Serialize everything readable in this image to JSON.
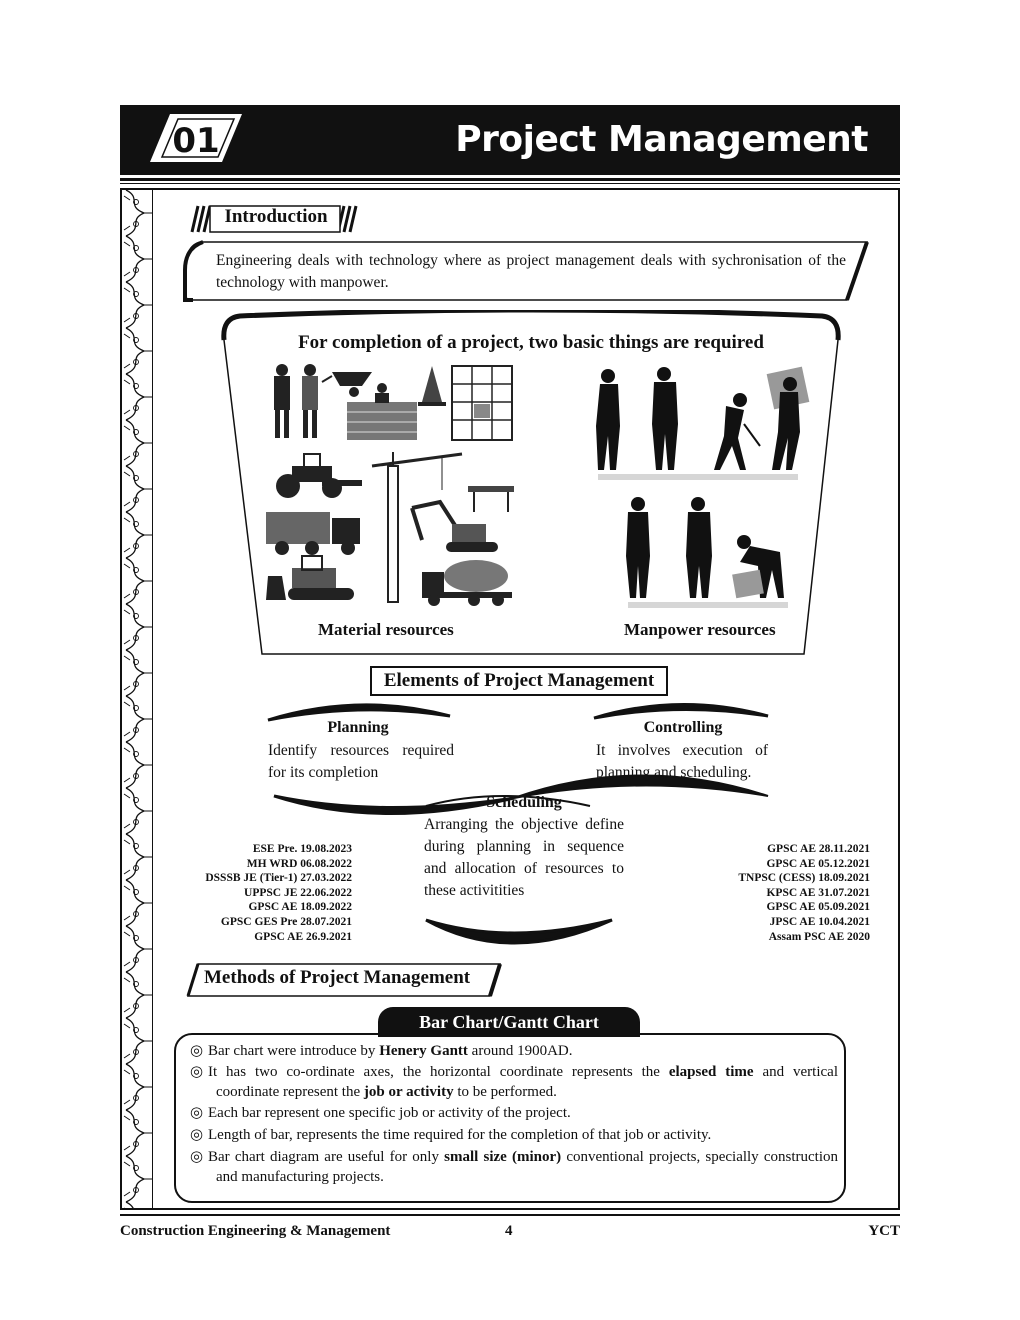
{
  "header": {
    "chapter_number": "01",
    "title": "Project Management"
  },
  "introduction": {
    "heading": "Introduction",
    "text": "Engineering deals with technology where as project management deals with sychronisation of the technology with manpower."
  },
  "resources": {
    "title": "For completion of a project, two basic things are required",
    "material_caption": "Material resources",
    "manpower_caption": "Manpower resources"
  },
  "elements": {
    "heading": "Elements of Project Management",
    "planning": {
      "title": "Planning",
      "text": "Identify resources required for its completion"
    },
    "controlling": {
      "title": "Controlling",
      "text": "It involves execution of planning and scheduling."
    },
    "scheduling": {
      "title": "Scheduling",
      "text": "Arranging the objective define during planning in sequence and allocation of resources to these activitities"
    },
    "refs_left": [
      "ESE Pre. 19.08.2023",
      "MH WRD 06.08.2022",
      "DSSSB JE (Tier-1) 27.03.2022",
      "UPPSC JE 22.06.2022",
      "GPSC AE 18.09.2022",
      "GPSC GES Pre 28.07.2021",
      "GPSC AE 26.9.2021"
    ],
    "refs_right": [
      "GPSC AE 28.11.2021",
      "GPSC AE 05.12.2021",
      "TNPSC (CESS) 18.09.2021",
      "KPSC AE 31.07.2021",
      "GPSC AE 05.09.2021",
      "JPSC AE 10.04.2021",
      "Assam PSC AE 2020"
    ]
  },
  "methods": {
    "heading": "Methods of Project Management",
    "bar_chart_title": "Bar Chart/Gantt Chart",
    "bullets": [
      {
        "pre": "Bar chart were introduce by ",
        "bold": "Henery Gantt",
        "post": " around 1900AD."
      },
      {
        "pre": "It has two co-ordinate axes, the horizontal coordinate represents the ",
        "bold": "elapsed time",
        "post": " and vertical coordinate represent the ",
        "bold2": "job or activity",
        "post2": " to be performed."
      },
      {
        "pre": "Each bar represent one specific job or activity of the project.",
        "bold": "",
        "post": ""
      },
      {
        "pre": "Length of bar, represents the time required for the completion of that job or activity.",
        "bold": "",
        "post": ""
      },
      {
        "pre": "Bar chart diagram are useful for only ",
        "bold": "small size (minor)",
        "post": " conventional projects, specially construction and manufacturing projects."
      }
    ]
  },
  "footer": {
    "left": "Construction Engineering & Management",
    "page": "4",
    "right": "YCT"
  }
}
